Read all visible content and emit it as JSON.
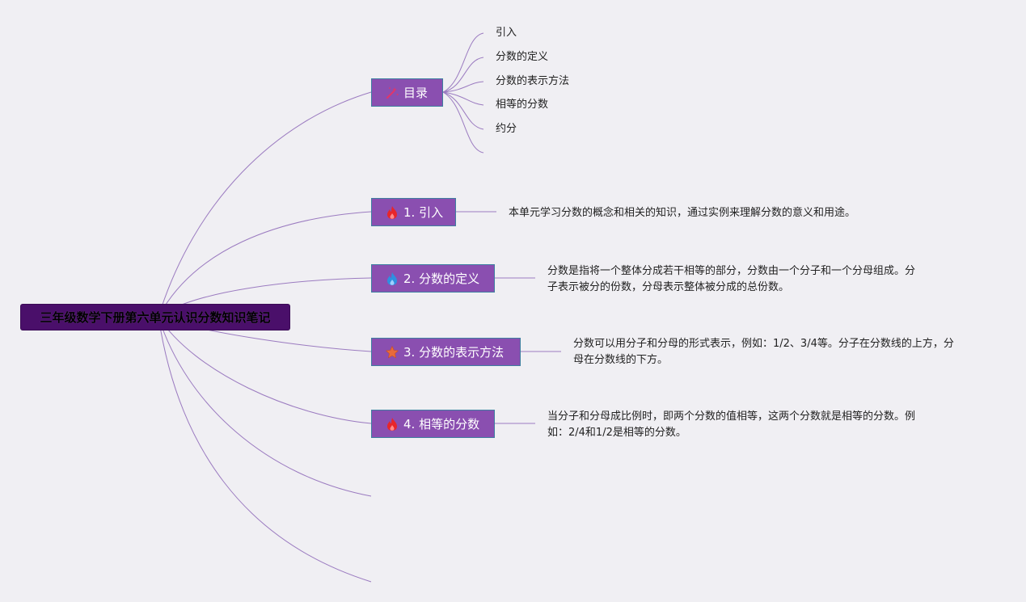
{
  "root": {
    "label": "三年级数学下册第六单元认识分数知识笔记"
  },
  "branches": [
    {
      "label": "目录",
      "icon": "magic-wand-icon"
    },
    {
      "label": "1. 引入",
      "icon": "flame-icon"
    },
    {
      "label": "2. 分数的定义",
      "icon": "blue-flame-icon"
    },
    {
      "label": "3. 分数的表示方法",
      "icon": "star-icon"
    },
    {
      "label": "4. 相等的分数",
      "icon": "flame-icon"
    }
  ],
  "toc": {
    "items": [
      "引入",
      "分数的定义",
      "分数的表示方法",
      "相等的分数",
      "约分"
    ]
  },
  "notes": {
    "intro": {
      "line1": "本单元学习分数的概念和相关的知识，通过实例来理解分数的意义和用途。"
    },
    "definition": {
      "line1": "分数是指将一个整体分成若干相等的部分，分数由一个分子和一个分母组成。分",
      "line2": "子表示被分的份数，分母表示整体被分成的总份数。"
    },
    "representation": {
      "line1": "分数可以用分子和分母的形式表示，例如：1/2、3/4等。分子在分数线的上方，分",
      "line2": "母在分数线的下方。"
    },
    "equal": {
      "line1": "当分子和分母成比例时，即两个分数的值相等，这两个分数就是相等的分数。例",
      "line2": "如：2/4和1/2是相等的分数。"
    }
  },
  "colors": {
    "background": "#f0eff3",
    "root_fill": "#4a0f6a",
    "branch_fill": "#8a4fb0",
    "branch_border": "#3f7fa1",
    "connector": "#9b7bc0",
    "flame_red": "#e8262a",
    "flame_blue": "#2f8fe0",
    "star_orange": "#e86a3a",
    "wand_pink": "#e0366a"
  }
}
